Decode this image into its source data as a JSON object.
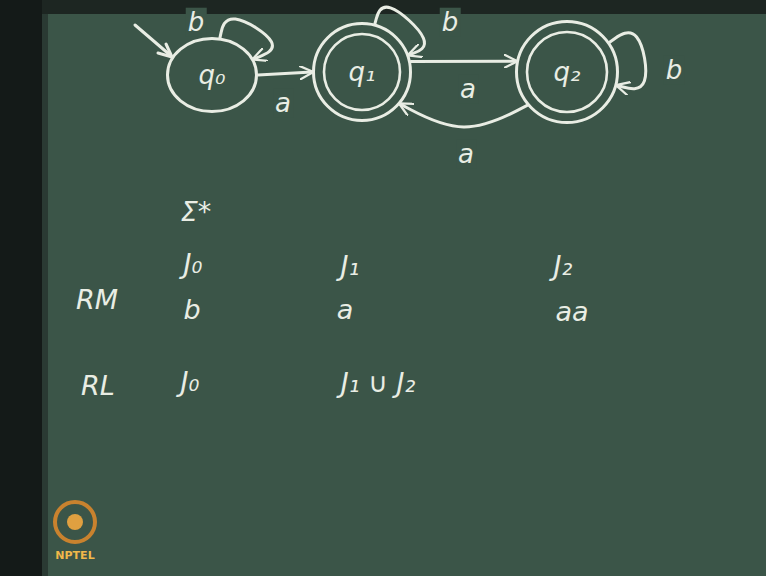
{
  "diagram": {
    "nodes": [
      {
        "text": [
          "q₀"
        ]
      },
      {
        "text": [
          "q₁"
        ]
      },
      {
        "text": [
          "q₂"
        ]
      }
    ],
    "edges": [
      {
        "from": 0,
        "to": 1,
        "arrow": "to",
        "label": "a"
      },
      {
        "from": 1,
        "to": 2,
        "arrow": "to",
        "label": "a"
      },
      {
        "from": 2,
        "to": 1,
        "arrow": "to",
        "label": "a"
      },
      {
        "from": 0,
        "to": 0,
        "arrow": "to",
        "label": "b"
      },
      {
        "from": 1,
        "to": 1,
        "arrow": "to",
        "label": "b"
      },
      {
        "from": 2,
        "to": 2,
        "arrow": "to",
        "label": "b"
      }
    ],
    "labels": [
      "Σ*",
      "J₀",
      "J₁",
      "J₂",
      "RM",
      "b",
      "a",
      "aa",
      "RL",
      "J₀",
      "J₁ ∪ J₂",
      "NPTEL"
    ]
  }
}
